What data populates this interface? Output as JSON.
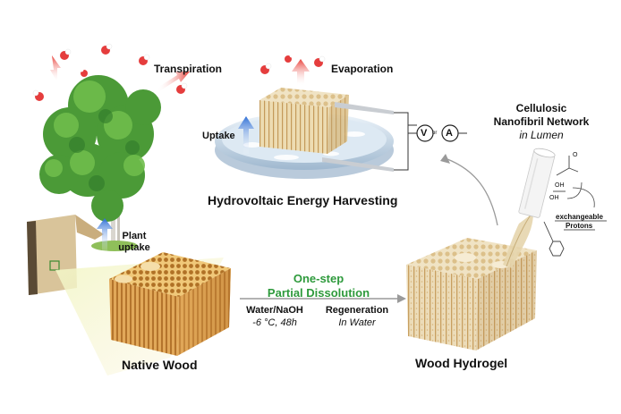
{
  "labels": {
    "transpiration": "Transpiration",
    "evaporation": "Evaporation",
    "uptake": "Uptake",
    "plant_uptake_line1": "Plant",
    "plant_uptake_line2": "uptake",
    "hydrovoltaic": "Hydrovoltaic Energy Harvesting",
    "native_wood": "Native Wood",
    "wood_hydrogel": "Wood Hydrogel",
    "one_step_line1": "One-step",
    "one_step_line2": "Partial Dissolution",
    "water_naoh": "Water/NaOH",
    "conditions": "-6 °C, 48h",
    "regeneration": "Regeneration",
    "in_water": "In Water",
    "cnf_line1": "Cellulosic",
    "cnf_line2": "Nanofibril Network",
    "cnf_line3": "in Lumen",
    "exchangeable": "exchangeable",
    "protons": "Protons",
    "meter_v": "V",
    "meter_or": "or",
    "meter_a": "A",
    "oh1": "OH",
    "oh2": "OH",
    "o_label": "O"
  },
  "colors": {
    "green_text": "#2e9a3c",
    "wood_light": "#e9d2a0",
    "wood_dark": "#b98a3a",
    "water_blue": "#cfe3f4",
    "arrow_red": "#e8413a",
    "arrow_blue": "#2f6fd6"
  }
}
